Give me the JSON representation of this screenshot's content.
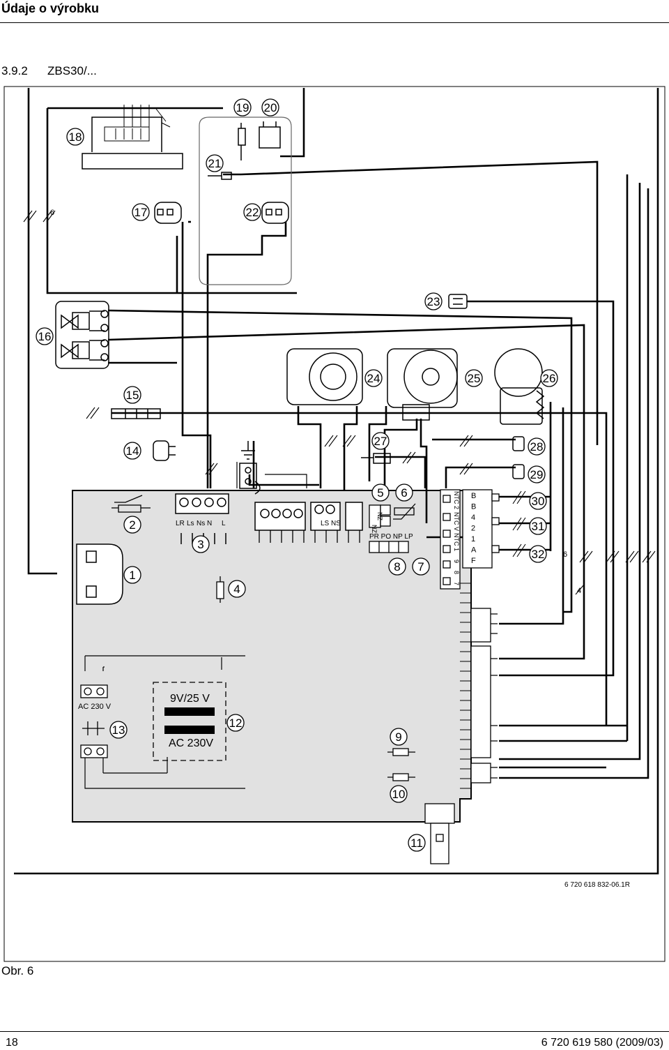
{
  "header": {
    "title": "Údaje o výrobku"
  },
  "section": {
    "number": "3.9.2",
    "name": "ZBS30/..."
  },
  "diagram": {
    "callouts": [
      "1",
      "2",
      "3",
      "4",
      "5",
      "6",
      "7",
      "8",
      "9",
      "10",
      "11",
      "12",
      "13",
      "14",
      "15",
      "16",
      "17",
      "18",
      "19",
      "20",
      "21",
      "22",
      "23",
      "24",
      "25",
      "26",
      "27",
      "28",
      "29",
      "30",
      "31",
      "32"
    ],
    "terminal_labels": {
      "lr": "LR",
      "ls1": "Ls",
      "ns1": "Ns",
      "n": "N",
      "l": "L",
      "ls_ns": "LS NS",
      "nz1": "NZ",
      "nz2": "NZ",
      "pr_po_np_lp": "PR PO NP LP",
      "ntc2": "NTC 2",
      "ntcv": "NTC V",
      "ntc1": "NTC 1",
      "n9": "9",
      "n8": "8",
      "n7": "7",
      "bus": [
        "B",
        "B",
        "4",
        "2",
        "1",
        "A",
        "F"
      ]
    },
    "wire_counts": {
      "a": "6",
      "b": "6",
      "c": "4"
    },
    "transformer": {
      "secondary": "9V/25 V",
      "primary": "AC 230V"
    },
    "mains": "AC 230 V",
    "drawing_code": "6 720 618 832-06.1R"
  },
  "figure": {
    "label": "Obr. 6"
  },
  "footer": {
    "page": "18",
    "doc": "6 720 619 580 (2009/03)"
  }
}
